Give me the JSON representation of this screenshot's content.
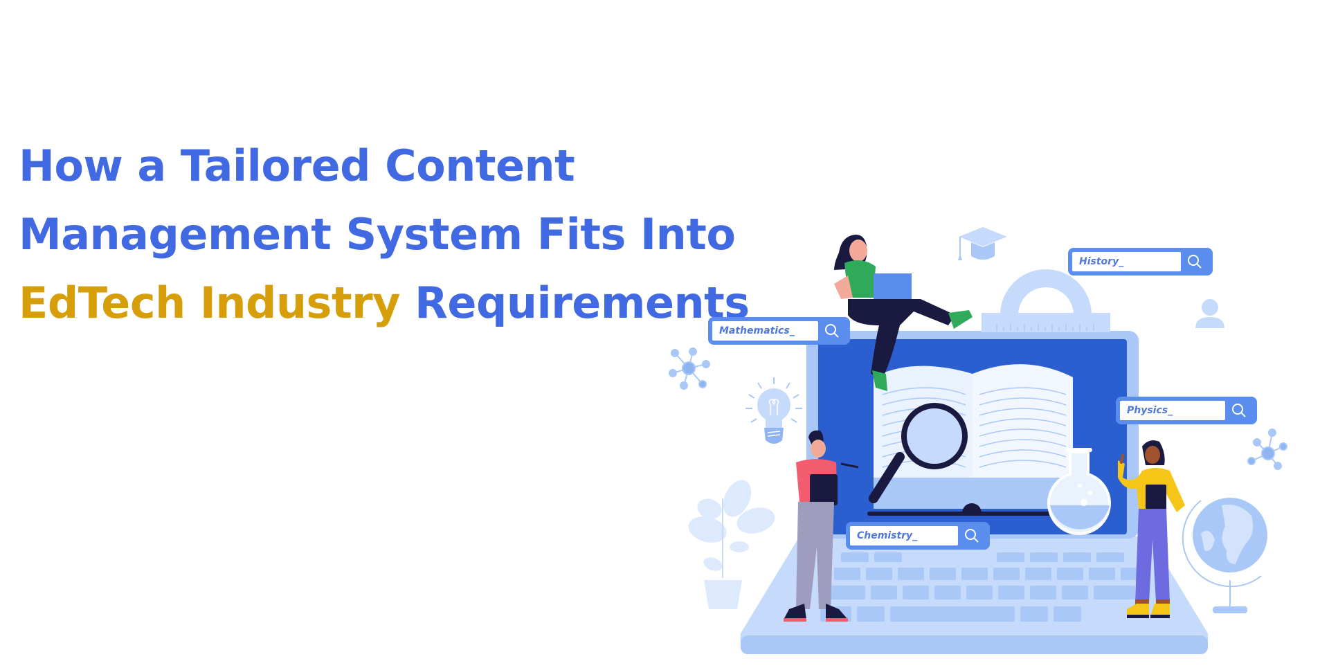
{
  "hero": {
    "line1": {
      "text": "How a Tailored Content",
      "color": "#4169E1"
    },
    "line2": {
      "text": "Management System Fits Into",
      "color": "#4169E1"
    },
    "line3_highlight": {
      "text": "EdTech Industry",
      "color": "#D69E09"
    },
    "line3_rest": {
      "text": " Requirements",
      "color": "#4169E1"
    }
  },
  "illustration": {
    "search_bars": [
      {
        "label": "Mathematics_",
        "icon": "search-icon"
      },
      {
        "label": "History_",
        "icon": "search-icon"
      },
      {
        "label": "Physics_",
        "icon": "search-icon"
      },
      {
        "label": "Chemistry_",
        "icon": "search-icon"
      }
    ],
    "decorations": [
      "graduation-cap-icon",
      "protractor-icon",
      "user-icon",
      "molecule-icon",
      "lightbulb-icon",
      "plant-icon",
      "globe-icon",
      "open-book-icon",
      "magnifying-glass-icon",
      "flask-icon",
      "laptop-icon"
    ],
    "colors": {
      "screen": "#2B5FCF",
      "bezel": "#A9C8F7",
      "light": "#C6DBFB",
      "accent": "#5B8DEF",
      "dark": "#1A1A40"
    }
  }
}
